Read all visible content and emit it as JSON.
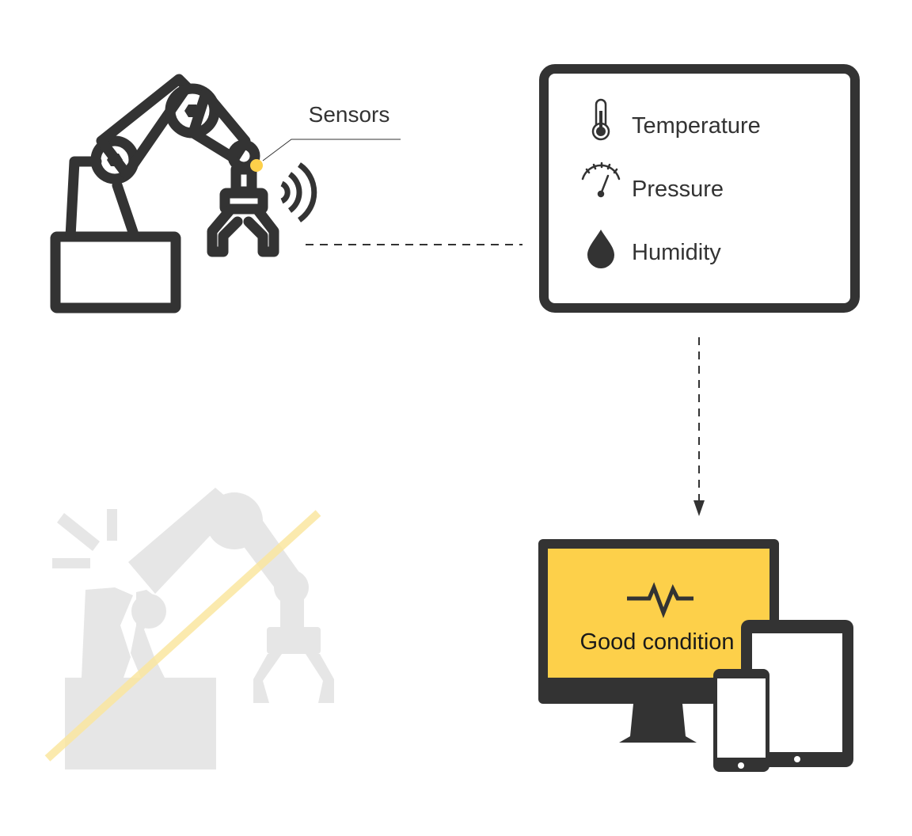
{
  "sensors_label": "Sensors",
  "panel": {
    "items": [
      {
        "label": "Temperature",
        "icon": "thermometer-icon"
      },
      {
        "label": "Pressure",
        "icon": "pressure-gauge-icon"
      },
      {
        "label": "Humidity",
        "icon": "water-drop-icon"
      }
    ]
  },
  "monitor": {
    "status_text": "Good condition",
    "icon": "heartbeat-pulse-icon"
  },
  "colors": {
    "dark": "#333333",
    "accent": "#FDD04A",
    "faded_robot": "#E6E6E6",
    "strike": "#FBE7A0"
  }
}
